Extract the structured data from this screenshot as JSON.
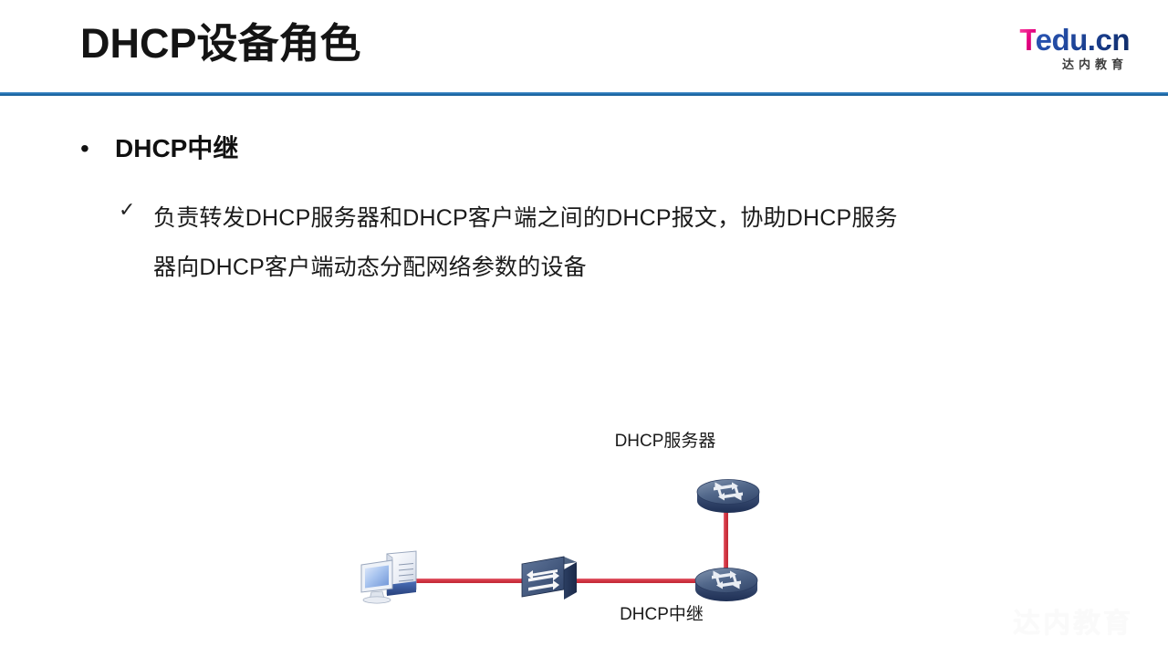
{
  "slide": {
    "title": "DHCP设备角色",
    "background_color": "#ffffff",
    "rule_color": "#1f6fb0"
  },
  "logo": {
    "mark_initial": "T",
    "mark_rest": "edu.cn",
    "subtitle": "达内教育",
    "initial_color": "#e4007f",
    "rest_color": "#1b3f8f",
    "subtitle_color": "#3d3d3d"
  },
  "body": {
    "bullet_marker": "•",
    "bullet_title": "DHCP中继",
    "sub_marker": "✓",
    "sub_lines": [
      "负责转发DHCP服务器和DHCP客户端之间的DHCP报文，协助DHCP服务",
      "器向DHCP客户端动态分配网络参数的设备"
    ]
  },
  "diagram": {
    "link_color": "#d0323f",
    "labels": {
      "server": "DHCP服务器",
      "relay": "DHCP中继"
    },
    "nodes": [
      {
        "name": "pc-client",
        "icon": "desktop-pc-icon"
      },
      {
        "name": "switch",
        "icon": "switch-icon"
      },
      {
        "name": "relay-router",
        "icon": "router-icon"
      },
      {
        "name": "server-router",
        "icon": "router-icon"
      }
    ],
    "links": [
      {
        "from": "pc-client",
        "to": "switch"
      },
      {
        "from": "switch",
        "to": "relay-router"
      },
      {
        "from": "relay-router",
        "to": "server-router"
      }
    ]
  },
  "watermark": {
    "text": "达内教育"
  }
}
